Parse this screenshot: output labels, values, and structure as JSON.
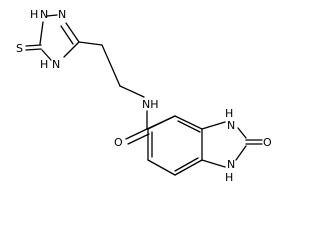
{
  "atom_labels": {
    "n1_triazole": "N",
    "h1_triazole": "H",
    "n2_triazole": "N",
    "s_thione": "S",
    "n4_triazole": "N",
    "h4_triazole": "H",
    "amide_nh": "NH",
    "amide_o": "O",
    "n3_benz": "N",
    "h3_benz": "H",
    "urea_o": "O",
    "n1_benz": "N",
    "h1_benz": "H"
  }
}
